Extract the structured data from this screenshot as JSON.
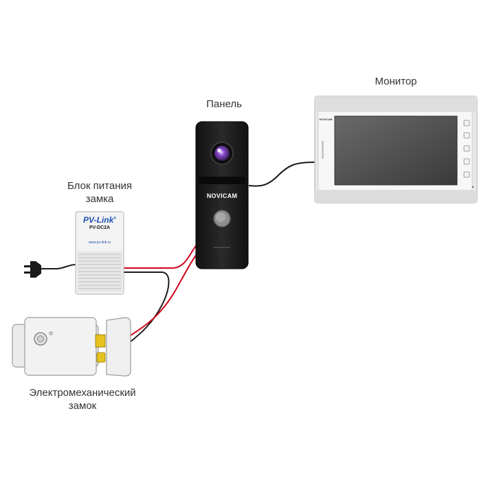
{
  "labels": {
    "monitor": "Монитор",
    "panel": "Панель",
    "psu_line1": "Блок питания",
    "psu_line2": "замка",
    "lock_line1": "Электромеханический",
    "lock_line2": "замок"
  },
  "devices": {
    "panel_brand": "NOVICAM",
    "monitor_brand": "NOVICAM",
    "psu_brand": "PV-Link",
    "psu_brand_mark": "®",
    "psu_model": "PV-DC2A",
    "psu_url": "www.pv-link.ru"
  },
  "colors": {
    "wire_red": "#d0021b",
    "wire_black": "#1a1a1a",
    "panel_body": "#1d1d1d",
    "monitor_screen": "#505050",
    "psu_brand": "#1f4fb0"
  }
}
